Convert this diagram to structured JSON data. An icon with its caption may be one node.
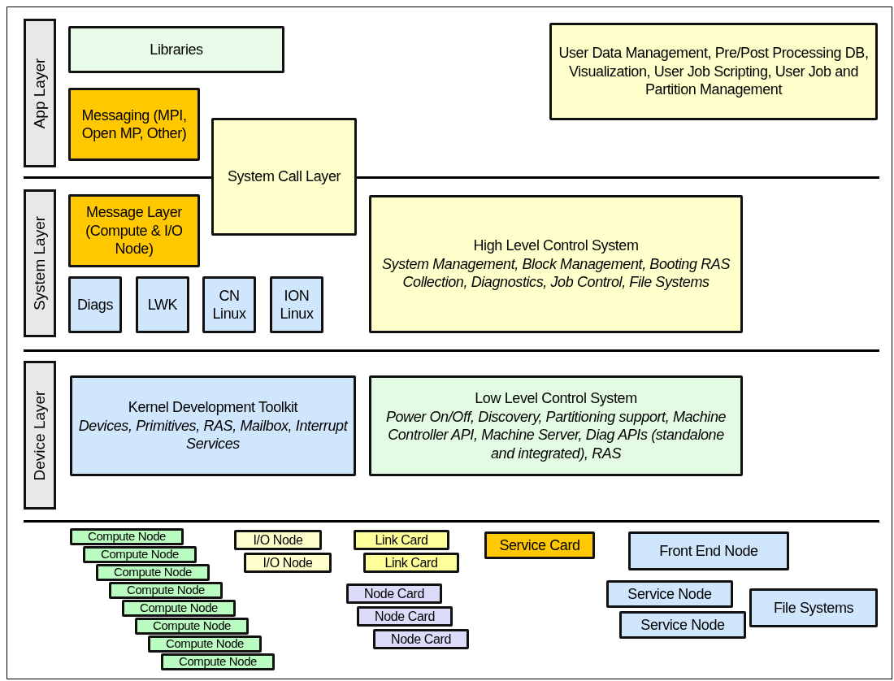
{
  "diagram": {
    "nodes": [
      {
        "text": [
          "App Layer"
        ]
      },
      {
        "text": [
          "Libraries"
        ]
      },
      {
        "text": [
          "Messaging (MPI, Open MP, Other)"
        ]
      },
      {
        "text": [
          "System Call Layer"
        ]
      },
      {
        "text": [
          "User Data Management, Pre/Post Processing DB, Visualization, User Job Scripting, User Job and Partition Management"
        ]
      },
      {
        "text": [
          "System Layer"
        ]
      },
      {
        "text": [
          "Message Layer (Compute & I/O Node)"
        ]
      },
      {
        "text": [
          "Diags"
        ]
      },
      {
        "text": [
          "LWK"
        ]
      },
      {
        "text": [
          "CN Linux"
        ]
      },
      {
        "text": [
          "ION Linux"
        ]
      },
      {
        "text": [
          "High Level Control System",
          "System Management, Block Management, Booting RAS Collection, Diagnostics, Job Control, File Systems"
        ]
      },
      {
        "text": [
          "Device Layer"
        ]
      },
      {
        "text": [
          "Kernel Development Toolkit",
          "Devices, Primitives, RAS, Mailbox, Interrupt Services"
        ]
      },
      {
        "text": [
          "Low Level Control System",
          "Power On/Off, Discovery, Partitioning support, Machine Controller API, Machine Server, Diag APIs (standalone and integrated), RAS"
        ]
      },
      {
        "text": [
          "Compute Node"
        ]
      },
      {
        "text": [
          "Compute Node"
        ]
      },
      {
        "text": [
          "Compute Node"
        ]
      },
      {
        "text": [
          "Compute Node"
        ]
      },
      {
        "text": [
          "Compute Node"
        ]
      },
      {
        "text": [
          "Compute Node"
        ]
      },
      {
        "text": [
          "Compute Node"
        ]
      },
      {
        "text": [
          "Compute Node"
        ]
      },
      {
        "text": [
          "I/O Node"
        ]
      },
      {
        "text": [
          "I/O Node"
        ]
      },
      {
        "text": [
          "Link Card"
        ]
      },
      {
        "text": [
          "Link Card"
        ]
      },
      {
        "text": [
          "Service Card"
        ]
      },
      {
        "text": [
          "Front End Node"
        ]
      },
      {
        "text": [
          "Node Card"
        ]
      },
      {
        "text": [
          "Node Card"
        ]
      },
      {
        "text": [
          "Node Card"
        ]
      },
      {
        "text": [
          "Service Node"
        ]
      },
      {
        "text": [
          "Service Node"
        ]
      },
      {
        "text": [
          "File Systems"
        ]
      }
    ]
  }
}
